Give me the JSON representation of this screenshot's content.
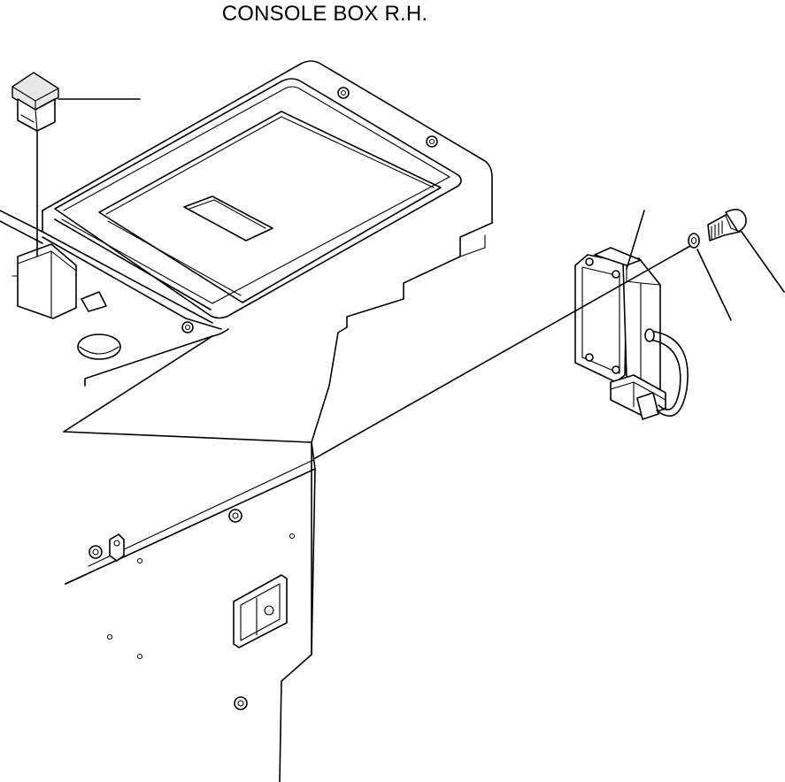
{
  "diagram": {
    "title": "CONSOLE BOX R.H."
  },
  "parts": [
    {
      "id": "switch",
      "icon": "rocker-switch-icon"
    },
    {
      "id": "controller-bracket",
      "icon": "controller-unit-icon"
    },
    {
      "id": "washer",
      "icon": "washer-icon"
    },
    {
      "id": "bolt",
      "icon": "bolt-icon"
    }
  ],
  "colors": {
    "line": "#000000",
    "background": "#ffffff"
  }
}
